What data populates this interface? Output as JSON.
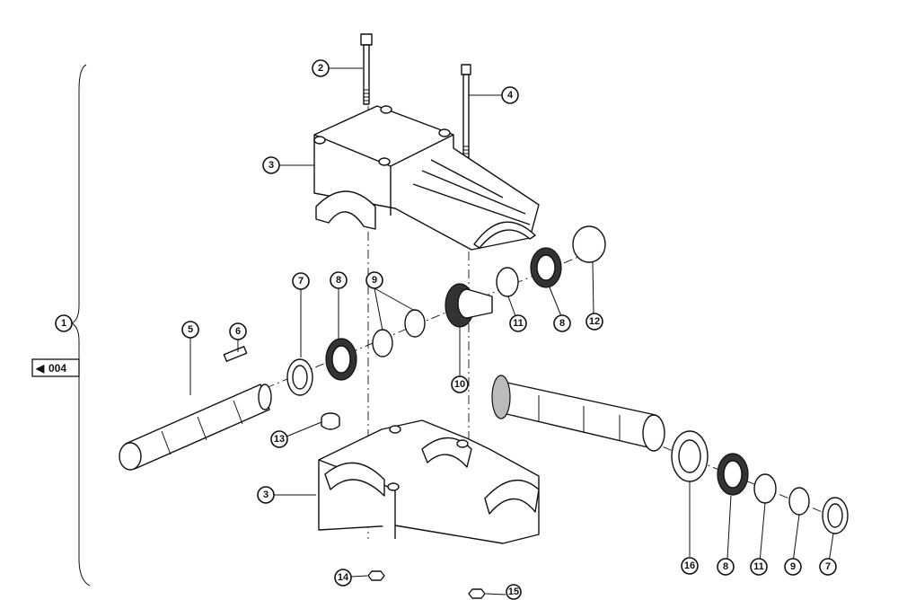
{
  "reference": {
    "arrow": "◀",
    "label": "004"
  },
  "callouts": {
    "c1": "1",
    "c2": "2",
    "c3a": "3",
    "c3b": "3",
    "c4": "4",
    "c5": "5",
    "c6": "6",
    "c7a": "7",
    "c7b": "7",
    "c8a": "8",
    "c8b": "8",
    "c8c": "8",
    "c9a": "9",
    "c9b": "9",
    "c10": "10",
    "c11a": "11",
    "c11b": "11",
    "c12": "12",
    "c13": "13",
    "c14": "14",
    "c15": "15",
    "c16": "16"
  }
}
